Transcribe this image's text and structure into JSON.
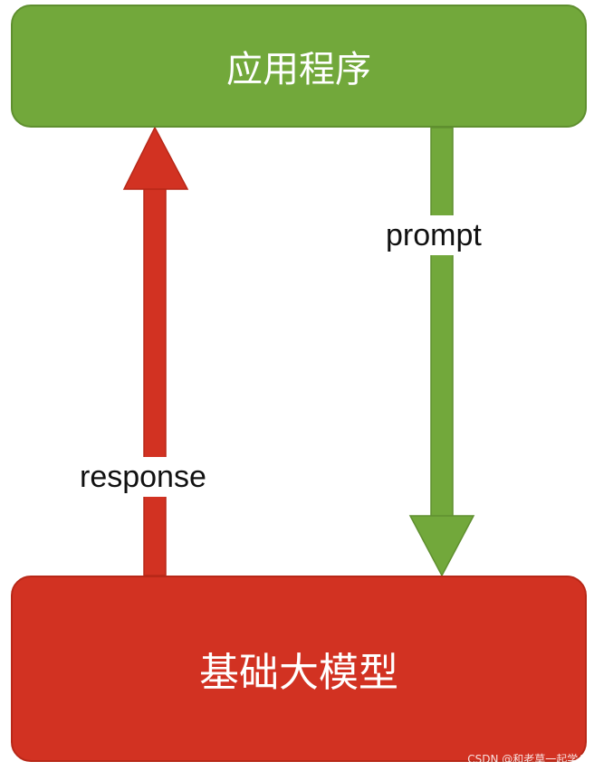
{
  "boxes": {
    "application": {
      "label": "应用程序",
      "color": "#72a83b"
    },
    "foundation_model": {
      "label": "基础大模型",
      "color": "#d23222"
    }
  },
  "arrows": {
    "prompt": {
      "label": "prompt",
      "from": "application",
      "to": "foundation_model",
      "color": "#72a83b"
    },
    "response": {
      "label": "response",
      "from": "foundation_model",
      "to": "application",
      "color": "#d23222"
    }
  },
  "watermark": "CSDN @和老莫一起学AI"
}
